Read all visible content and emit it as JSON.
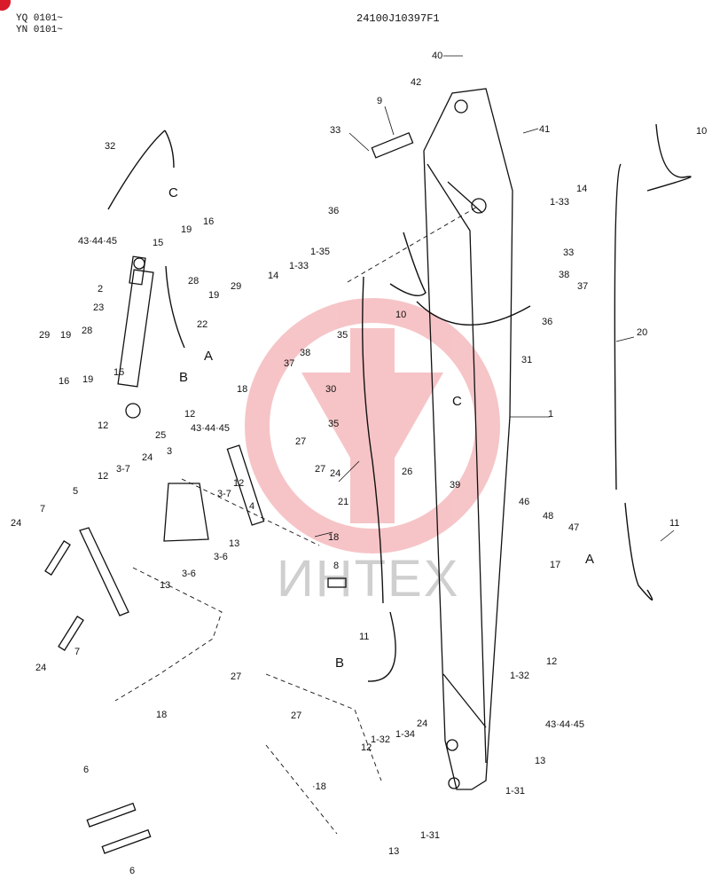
{
  "header": {
    "serial_lines": [
      "YQ 0101~",
      "YN 0101~"
    ],
    "drawing_number": "24100J10397F1"
  },
  "watermark": {
    "text": "ИНТЕХ",
    "logo_color": "#e0303a"
  },
  "colors": {
    "ink": "#111111",
    "badge": "#d91a2a"
  },
  "parts": {
    "p40": "40",
    "p42": "42",
    "p9": "9",
    "p41": "41",
    "p33a": "33",
    "p10a": "10",
    "p14a": "14",
    "p133a": "1-33",
    "p32": "32",
    "pCa": "C",
    "p36a": "36",
    "p16a": "16",
    "p19a": "19",
    "p43a": "43·44·45",
    "p15a": "15",
    "p135": "1-35",
    "p133b": "1-33",
    "p14b": "14",
    "p33b": "33",
    "p38a": "38",
    "p37a": "37",
    "p36b": "36",
    "p2": "2",
    "p23": "23",
    "p28a": "28",
    "p19b": "19",
    "p29a": "29",
    "p22": "22",
    "p10b": "10",
    "pAa": "A",
    "p20": "20",
    "p29b": "29",
    "p19c": "19",
    "p28b": "28",
    "p35a": "35",
    "p38b": "38",
    "p37b": "37",
    "p31": "31",
    "p16b": "16",
    "p19d": "19",
    "p15b": "15",
    "pBa": "B",
    "p18a": "18",
    "p30": "30",
    "p1": "1",
    "p12a": "12",
    "p43b": "43·44·45",
    "p12b": "12",
    "p25": "25",
    "pCb": "C",
    "p35b": "35",
    "p3": "3",
    "p27a": "27",
    "p24a": "24",
    "p27b": "27",
    "p24b": "24",
    "p39": "39",
    "p12c": "12",
    "p37c": "3-7",
    "p37d": "3-7",
    "p12d": "12",
    "p4": "4",
    "p26": "26",
    "p5": "5",
    "p7a": "7",
    "p21": "21",
    "p24c": "24",
    "p46": "46",
    "p48": "48",
    "p47": "47",
    "p11a": "11",
    "p36c": "3-6",
    "p13a": "13",
    "p18b": "18",
    "p17": "17",
    "p36d": "3-6",
    "p13b": "13",
    "pAb": "A",
    "p8": "8",
    "p7b": "7",
    "p24d": "24",
    "p11b": "11",
    "pBb": "B",
    "p27c": "27",
    "p132a": "1-32",
    "p12e": "12",
    "p43c": "43·44·45",
    "p18c": "18",
    "p27d": "27",
    "p24e": "24",
    "p132b": "1-32",
    "p134": "1-34",
    "p12f": "12",
    "p13c": "13",
    "p6a": "6",
    "p18d": "·18",
    "p131a": "1-31",
    "p13d": "13",
    "p131b": "1-31",
    "p6b": "6"
  }
}
